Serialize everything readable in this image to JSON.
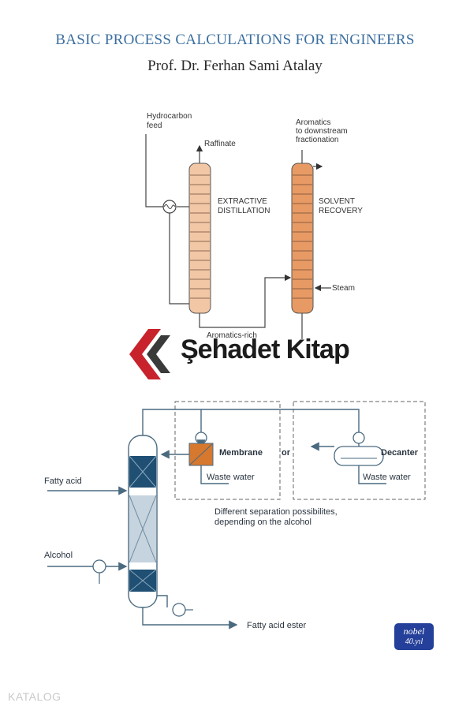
{
  "book": {
    "title": "BASIC PROCESS CALCULATIONS FOR ENGINEERS",
    "author": "Prof. Dr. Ferhan Sami Atalay"
  },
  "diagram_top": {
    "feed_label_1": "Hydrocarbon",
    "feed_label_2": "feed",
    "raffinate": "Raffinate",
    "aromatics_1": "Aromatics",
    "aromatics_2": "to downstream",
    "aromatics_3": "fractionation",
    "col1_label_1": "EXTRACTIVE",
    "col1_label_2": "DISTILLATION",
    "col2_label_1": "SOLVENT",
    "col2_label_2": "RECOVERY",
    "steam": "Steam",
    "aromatics_rich": "Aromatics-rich"
  },
  "diagram_bottom": {
    "fatty_acid": "Fatty acid",
    "alcohol": "Alcohol",
    "membrane": "Membrane",
    "or": "or",
    "decanter": "Decanter",
    "waste_water_1": "Waste water",
    "waste_water_2": "Waste water",
    "note_1": "Different separation possibilites,",
    "note_2": "depending on the alcohol",
    "product": "Fatty acid ester"
  },
  "publisher": {
    "brand": "Şehadet Kitap",
    "logo_1": "nobel",
    "logo_2": "40.yıl",
    "catalog": "KATALOG"
  },
  "colors": {
    "title_blue": "#3b6fa0",
    "column_light": "#f2c7a6",
    "column_dark": "#e89a64",
    "packing_dark": "#1f4f73",
    "membrane": "#d6782e",
    "logo_red": "#c8232c",
    "logo_blue": "#24409a"
  }
}
